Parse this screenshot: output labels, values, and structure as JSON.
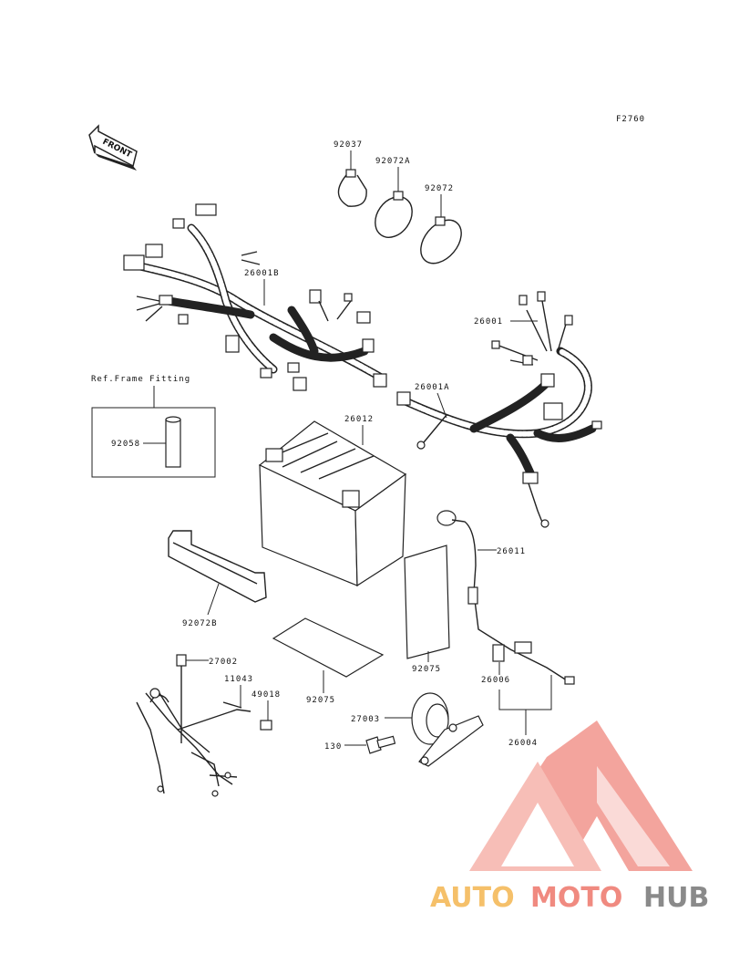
{
  "figure_code": "F2760",
  "front_label": "FRONT",
  "ref_box_title": "Ref.Frame Fitting",
  "parts": {
    "p92037": "92037",
    "p92072A": "92072A",
    "p92072": "92072",
    "p26001B": "26001B",
    "p26001": "26001",
    "p26001A": "26001A",
    "p92058": "92058",
    "p26012": "26012",
    "p26011": "26011",
    "p92072B": "92072B",
    "p92075a": "92075",
    "p92075b": "92075",
    "p27002": "27002",
    "p11043": "11043",
    "p49018": "49018",
    "p27003": "27003",
    "p26006": "26006",
    "p26004": "26004",
    "p130": "130"
  },
  "watermark": {
    "part1": "AUTO",
    "part2": "MOTO",
    "part3": "HUB",
    "colors": {
      "auto": "#f5c06a",
      "moto": "#f08a80",
      "hub": "#8a8a8a",
      "logo": "#f2958c"
    }
  }
}
